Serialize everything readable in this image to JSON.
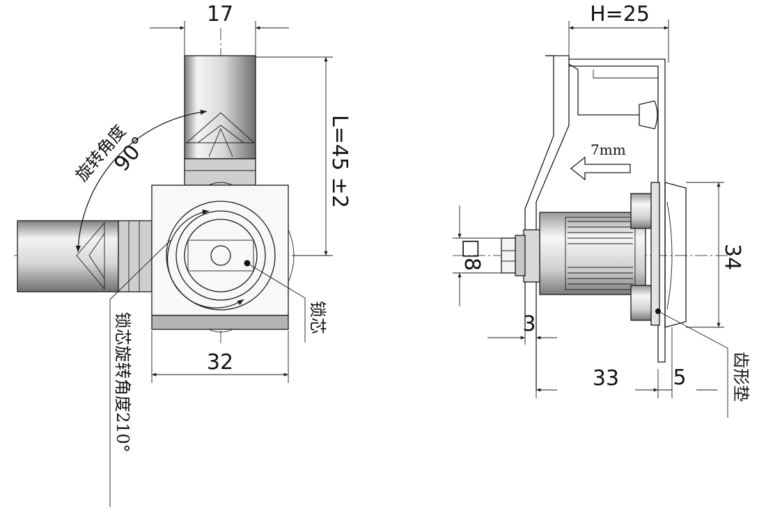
{
  "front_view": {
    "dim_width_top": "17",
    "dim_length": "L=45 ±2",
    "dim_width_body": "32",
    "label_rotation_angle": "旋转角度",
    "label_angle_value": "90°",
    "label_core": "锁芯",
    "label_core_rotation": "锁芯旋转角度210°"
  },
  "side_view": {
    "dim_height": "H=25",
    "dim_travel": "7mm",
    "dim_square": "□",
    "dim_square_value": "8",
    "dim_plate": "3",
    "dim_diameter": "34",
    "dim_length": "33",
    "dim_washer": "5",
    "label_washer": "齿形垫"
  },
  "colors": {
    "line": "#1a1a1a",
    "metal_light": "#f2f2f2",
    "metal_dark": "#8a8a8a"
  }
}
